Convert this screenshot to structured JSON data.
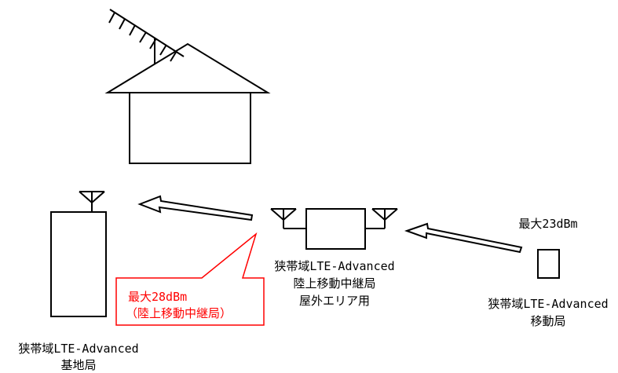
{
  "labels": {
    "base_station_line1": "狭帯域LTE-Advanced",
    "base_station_line2": "基地局",
    "repeater_line1": "狭帯域LTE-Advanced",
    "repeater_line2": "陸上移動中継局",
    "repeater_line3": "屋外エリア用",
    "mobile_power": "最大23dBm",
    "mobile_line1": "狭帯域LTE-Advanced",
    "mobile_line2": "移動局"
  },
  "callout": {
    "line1": "最大28dBm",
    "line2": "（陸上移動中継局）"
  },
  "colors": {
    "stroke": "#000000",
    "callout": "#ff0000",
    "background": "#ffffff"
  }
}
